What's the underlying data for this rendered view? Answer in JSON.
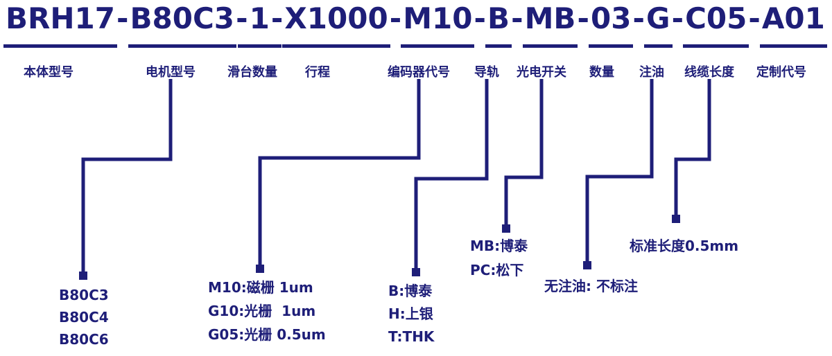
{
  "colors": {
    "ink": "#1e1e78",
    "background": "#ffffff"
  },
  "model_code": {
    "full": "BRH17-B80C3-1-X1000-M10-B-MB-03-G-C05-A01",
    "separator": "-",
    "segments": [
      "BRH17",
      "B80C3",
      "1",
      "X1000",
      "M10",
      "B",
      "MB",
      "03",
      "G",
      "C05",
      "A01"
    ]
  },
  "labels": [
    "本体型号",
    "电机型号",
    "滑台数量",
    "行程",
    "编码器代号",
    "导轨",
    "光电开关",
    "数量",
    "注油",
    "线缆长度",
    "定制代号"
  ],
  "option_groups": {
    "motor": {
      "for": "电机型号",
      "items": [
        "B80C3",
        "B80C4",
        "B80C6"
      ]
    },
    "encoder": {
      "for": "编码器代号",
      "items": [
        "M10:磁栅 1um",
        "G10:光栅  1um",
        "G05:光栅 0.5um"
      ]
    },
    "rail": {
      "for": "导轨",
      "items": [
        "B:博泰",
        "H:上银",
        "T:THK"
      ]
    },
    "photo_switch": {
      "for": "光电开关",
      "items": [
        "MB:博泰",
        "PC:松下"
      ]
    },
    "oil": {
      "for": "注油",
      "items": [
        "无注油: 不标注"
      ]
    },
    "cable": {
      "for": "线缆长度",
      "items": [
        "标准长度0.5mm"
      ]
    }
  }
}
